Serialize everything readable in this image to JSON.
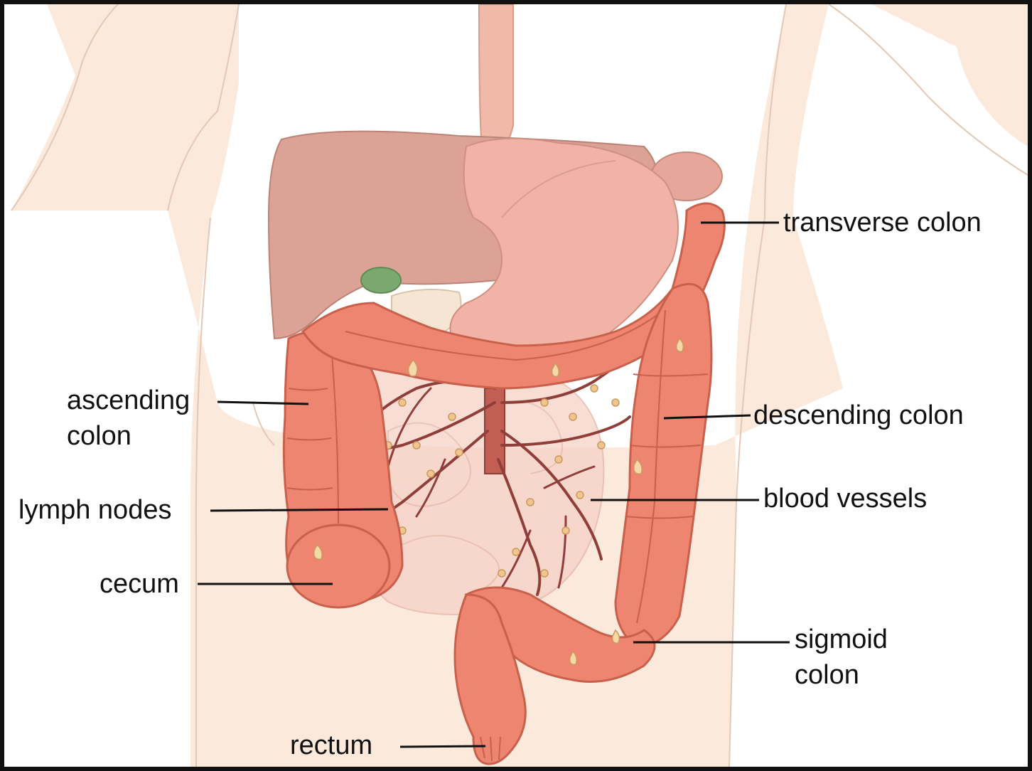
{
  "colors": {
    "body_skin": "#fbe9dc",
    "body_outline": "#e3c8b5",
    "liver": "#dba295",
    "stomach": "#f0b3a6",
    "colon": "#ee8570",
    "colon_shadow": "#c9604c",
    "vessel": "#8f3e3a",
    "lymph_node": "#f2c48e",
    "gallbladder": "#7aa86e",
    "small_intestine": "#f6d2c6",
    "label_text": "#111111",
    "leader_line": "#111111"
  },
  "labels": {
    "transverse_colon": "transverse colon",
    "ascending_colon": "ascending colon",
    "descending_colon": "descending colon",
    "lymph_nodes": "lymph nodes",
    "blood_vessels": "blood vessels",
    "cecum": "cecum",
    "sigmoid_colon": "sigmoid colon",
    "rectum": "rectum"
  },
  "icons": [
    "torso-silhouette",
    "liver",
    "stomach",
    "gallbladder",
    "spleen",
    "colon",
    "rectum",
    "blood-vessel-tree",
    "lymph-node"
  ]
}
